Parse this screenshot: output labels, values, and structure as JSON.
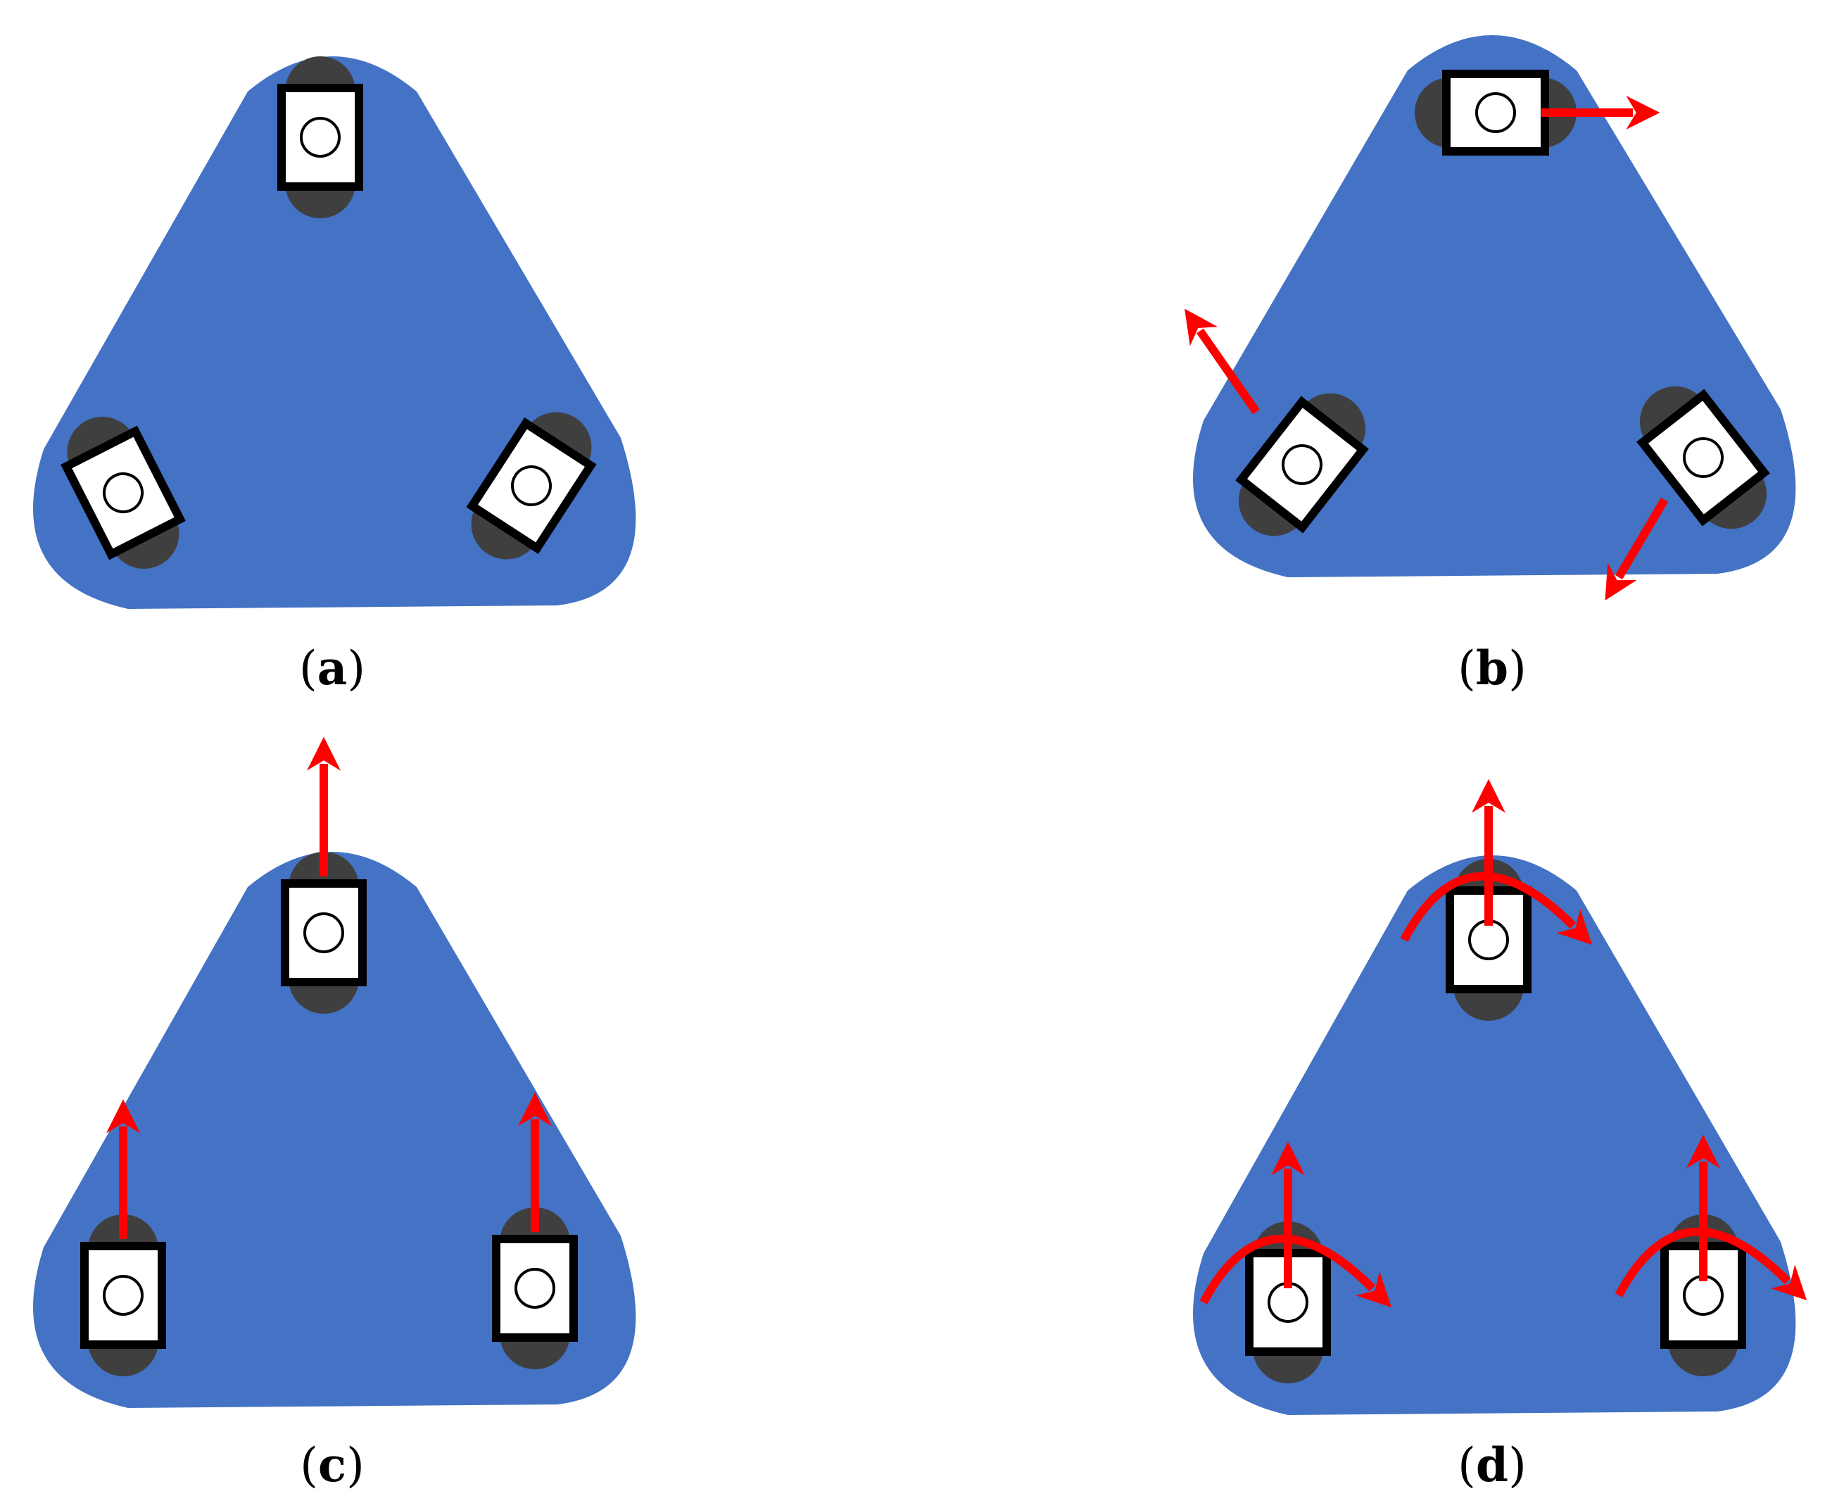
{
  "colors": {
    "body": "#4472C4",
    "wheel": "#3f3f3f",
    "module_fill": "#ffffff",
    "module_stroke": "#000000",
    "arrow": "#ff0000"
  },
  "panels": [
    {
      "id": "a",
      "label": "a",
      "motion": "none",
      "wheel_angles_deg": [
        0,
        -27,
        33
      ]
    },
    {
      "id": "b",
      "label": "b",
      "motion": "rotate",
      "wheel_angles_deg": [
        90,
        38,
        -38
      ]
    },
    {
      "id": "c",
      "label": "c",
      "motion": "translate",
      "wheel_angles_deg": [
        0,
        0,
        0
      ]
    },
    {
      "id": "d",
      "label": "d",
      "motion": "steer",
      "wheel_angles_deg": [
        0,
        0,
        0
      ]
    }
  ]
}
